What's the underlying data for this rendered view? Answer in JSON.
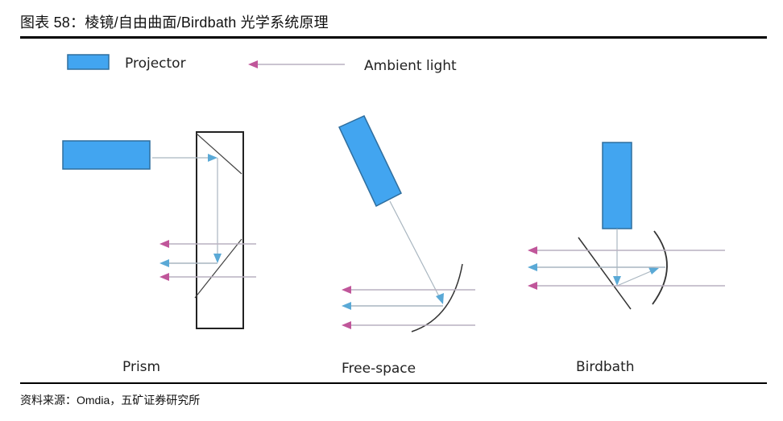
{
  "figure": {
    "title": "图表 58：棱镜/自由曲面/Birdbath 光学系统原理",
    "source": "资料来源：Omdia，五矿证券研究所"
  },
  "legend": {
    "projector_label": "Projector",
    "ambient_label": "Ambient light"
  },
  "panels": [
    {
      "name": "prism",
      "label": "Prism"
    },
    {
      "name": "free-space",
      "label": "Free-space"
    },
    {
      "name": "birdbath",
      "label": "Birdbath"
    }
  ],
  "colors": {
    "projector_fill": "#42a5f0",
    "projector_stroke": "#2f6e9e",
    "ambient_arrow": "#c0569a",
    "projector_ray": "#5aa9d6",
    "ray_line": "#a9a4b0",
    "optic_stroke": "#333333"
  }
}
